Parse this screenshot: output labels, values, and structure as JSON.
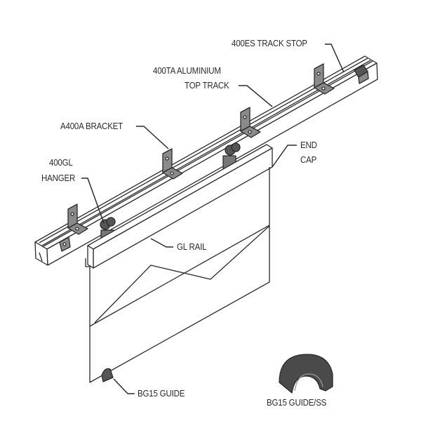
{
  "labels": {
    "track_stop": "400ES TRACK STOP",
    "top_track_line1": "400TA ALUMINIUM",
    "top_track_line2": "TOP TRACK",
    "bracket": "A400A BRACKET",
    "hanger_line1": "400GL",
    "hanger_line2": "HANGER",
    "end_cap_line1": "END",
    "end_cap_line2": "CAP",
    "gl_rail": "GL RAIL",
    "bg15_guide": "BG15 GUIDE",
    "bg15_guide_ss": "BG15 GUIDE/SS"
  },
  "colors": {
    "line": "#2a2a2a",
    "part_fill": "#8a8a8a",
    "dark_fill": "#555555"
  }
}
